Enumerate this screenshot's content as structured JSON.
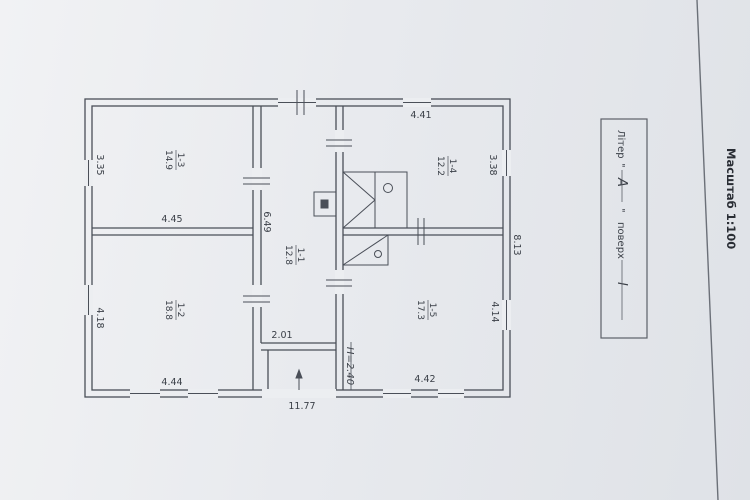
{
  "scale_label": "Масштаб 1:100",
  "stamp": {
    "prefix": "Літер",
    "open_quote": "\"",
    "letter": "А",
    "close_quote": "\"",
    "floor_word": "поверх",
    "floor_value": "I"
  },
  "rooms": [
    {
      "number": "1-1",
      "area": "12.8"
    },
    {
      "number": "1-2",
      "area": "18.8"
    },
    {
      "number": "1-3",
      "area": "14.9"
    },
    {
      "number": "1-4",
      "area": "12.2"
    },
    {
      "number": "1-5",
      "area": "17.3"
    }
  ],
  "dimensions": {
    "left_upper": "3.35",
    "left_lower": "4.18",
    "room3_bottom": "4.45",
    "room2_bottom": "4.44",
    "corridor_length": "6.49",
    "porch_width": "2.01",
    "total_width": "11.77",
    "top_right": "4.41",
    "room4_right": "3.38",
    "right_total": "8.13",
    "room5_right": "4.14",
    "bottom_right": "4.42"
  },
  "ceiling_height": "H=2.40"
}
